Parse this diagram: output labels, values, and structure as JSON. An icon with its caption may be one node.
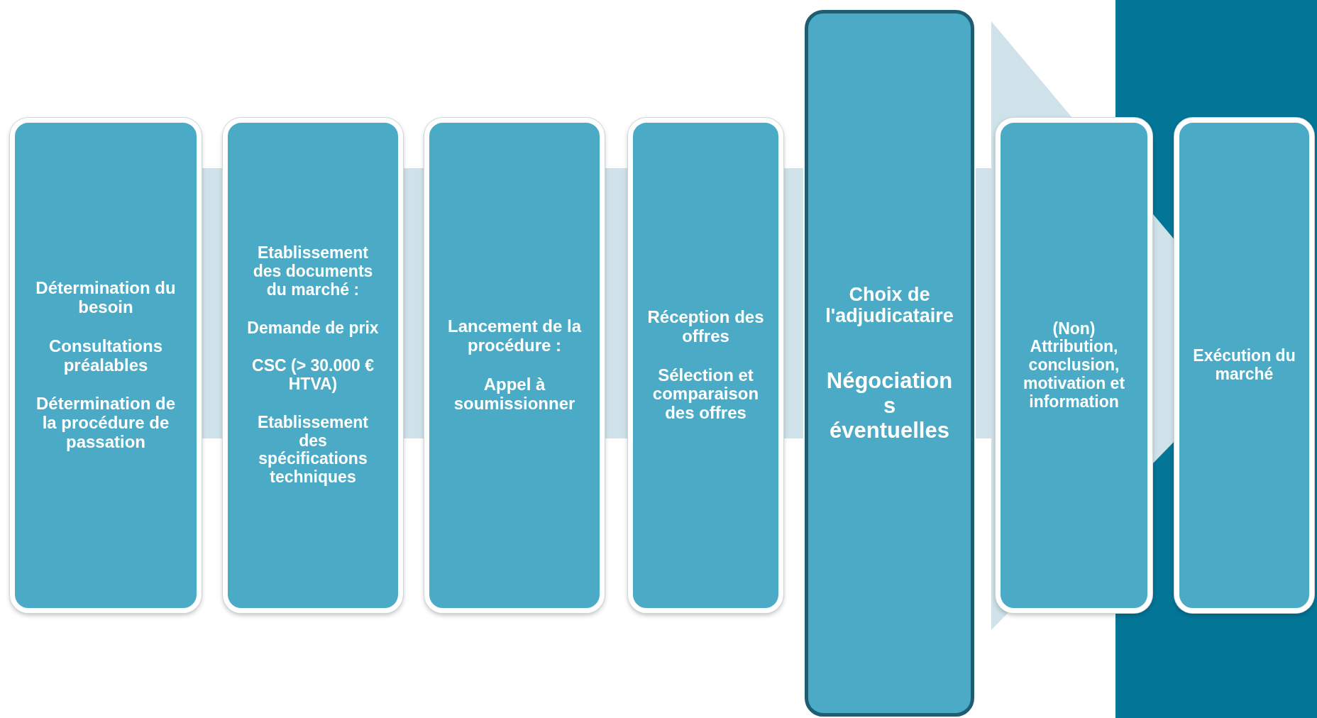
{
  "diagram": {
    "nodes": [
      {
        "text": [
          "Détermination du besoin",
          "Consultations préalables",
          "Détermination de la procédure de passation"
        ]
      },
      {
        "text": [
          "Etablissement des documents du marché :",
          "Demande de prix",
          "CSC (> 30.000 € HTVA)",
          "Etablissement des spécifications techniques"
        ]
      },
      {
        "text": [
          "Lancement de la procédure :",
          "Appel à soumissionner"
        ]
      },
      {
        "text": [
          "Réception des offres",
          "Sélection et comparaison des offres"
        ]
      },
      {
        "text": [
          "Choix de l'adjudicataire",
          "Négociations éventuelles"
        ]
      },
      {
        "text": [
          "(Non) Attribution, conclusion, motivation et information"
        ]
      },
      {
        "text": [
          "Exécution du marché"
        ]
      }
    ]
  }
}
